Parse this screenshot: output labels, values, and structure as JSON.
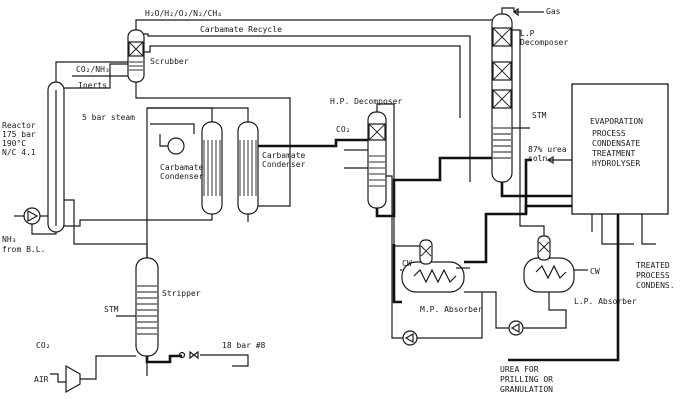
{
  "labels": {
    "feed_top": "H₂O/H₂/O₂/N₂/CH₄",
    "carbamate_recycle": "Carbamate Recycle",
    "co2_nh3": "CO₂/NH₃",
    "scrubber": "Scrubber",
    "inerts": "Inerts",
    "reactor_1": "Reactor",
    "reactor_2": "175 bar",
    "reactor_3": "190°C",
    "reactor_4": "N/C 4.1",
    "nh3": "NH₃",
    "from_bl": "from B.L.",
    "steam_5bar": "5 bar steam",
    "carb_cond_a_1": "Carbamate",
    "carb_cond_a_2": "Condenser",
    "carb_cond_b_1": "Carbamate",
    "carb_cond_b_2": "Condenser",
    "hp_decomposer": "H.P. Decomposer",
    "co2_mid": "CO₂",
    "stripper": "Stripper",
    "stm_left": "STM",
    "co2_left": "CO₂",
    "air": "AIR",
    "steam_18bar": "18 bar #8",
    "lp_decomposer_1": "L.P",
    "lp_decomposer_2": "Decomposer",
    "gas_top": "Gas",
    "stm_right": "STM",
    "urea_soln_1": "87% urea",
    "urea_soln_2": "soln",
    "evap_1": "EVAPORATION",
    "evap_2": "PROCESS",
    "evap_3": "CONDENSATE",
    "evap_4": "TREATMENT",
    "evap_5": "HYDROLYSER",
    "cw_hp": "CW",
    "cw_lp": "CW",
    "mp_absorber": "M.P. Absorber",
    "lp_absorber": "L.P. Absorber",
    "treated_1": "TREATED",
    "treated_2": "PROCESS",
    "treated_3": "CONDENS.",
    "prilling_1": "UREA FOR",
    "prilling_2": "PRILLING OR",
    "prilling_3": "GRANULATION"
  }
}
